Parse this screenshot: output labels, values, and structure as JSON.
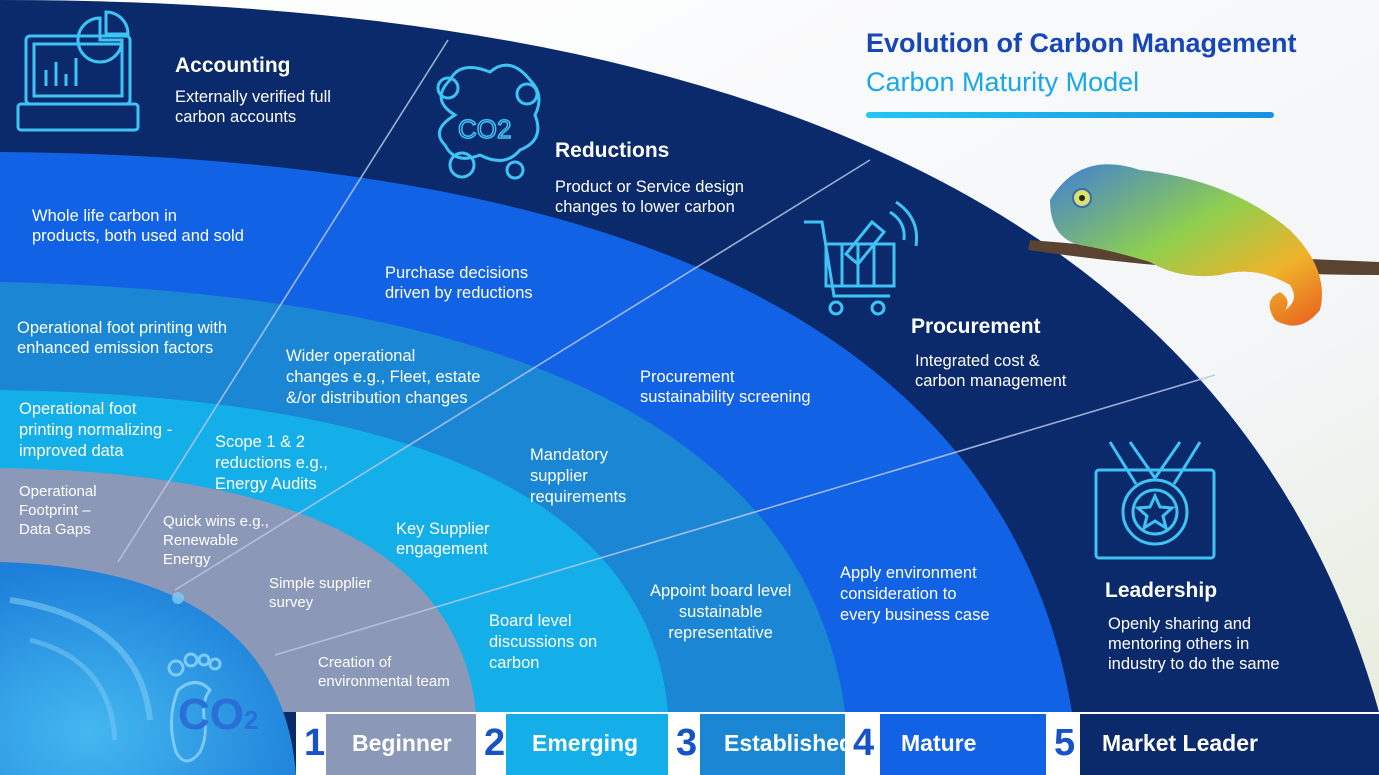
{
  "title": "Evolution of Carbon Management",
  "subtitle": "Carbon Maturity Model",
  "colors": {
    "band_navy": "#0b2a6b",
    "band_blue": "#1262e6",
    "band_mid": "#1a86d4",
    "band_light": "#14aee8",
    "band_gray": "#8c98b8",
    "core": "#2398e6",
    "title_blue": "#1746b8",
    "subtitle_cyan": "#1aa7e6"
  },
  "stages": [
    {
      "name": "Accounting",
      "description": "Externally verified full\ncarbon accounts",
      "icon": "laptop-chart-icon"
    },
    {
      "name": "Reductions",
      "description": "Product or Service design\nchanges to lower carbon",
      "icon": "co2-cloud-icon"
    },
    {
      "name": "Procurement",
      "description": "Integrated cost &\ncarbon management",
      "icon": "shopping-cart-icon"
    },
    {
      "name": "Leadership",
      "description": "Openly sharing and\nmentoring others in\nindustry to do the same",
      "icon": "medal-icon"
    }
  ],
  "band_texts": {
    "whole_life": "Whole life carbon in\nproducts, both used and sold",
    "purchase": "Purchase decisions\ndriven by reductions",
    "op_enhanced": "Operational foot printing with\nenhanced emission factors",
    "wider_ops": "Wider operational\nchanges e.g., Fleet, estate\n&/or distribution changes",
    "proc_screening": "Procurement\nsustainability screening",
    "op_normalizing": "Operational foot\nprinting normalizing -\nimproved data",
    "scope12": "Scope 1 & 2\nreductions e.g.,\nEnergy Audits",
    "mandatory": "Mandatory\nsupplier\nrequirements",
    "op_gaps": "Operational\nFootprint –\nData Gaps",
    "quick_wins": "Quick wins e.g.,\nRenewable\nEnergy",
    "key_supplier": "Key Supplier\nengagement",
    "simple_survey": "Simple supplier\nsurvey",
    "board_disc": "Board level\ndiscussions on\ncarbon",
    "appoint_board": "Appoint board level\nsustainable\nrepresentative",
    "apply_env": "Apply environment\nconsideration to\nevery business case",
    "env_team": "Creation of\nenvironmental team"
  },
  "levels": [
    {
      "num": "1",
      "label": "Beginner",
      "color": "#8c98b8"
    },
    {
      "num": "2",
      "label": "Emerging",
      "color": "#14aee8"
    },
    {
      "num": "3",
      "label": "Established",
      "color": "#1a86d4"
    },
    {
      "num": "4",
      "label": "Mature",
      "color": "#1262e6"
    },
    {
      "num": "5",
      "label": "Market Leader",
      "color": "#0b2a6b"
    }
  ],
  "core_icon": "footprint-co2-icon",
  "co2_label": "CO",
  "co2_sub": "2",
  "mascot": "chameleon-image"
}
